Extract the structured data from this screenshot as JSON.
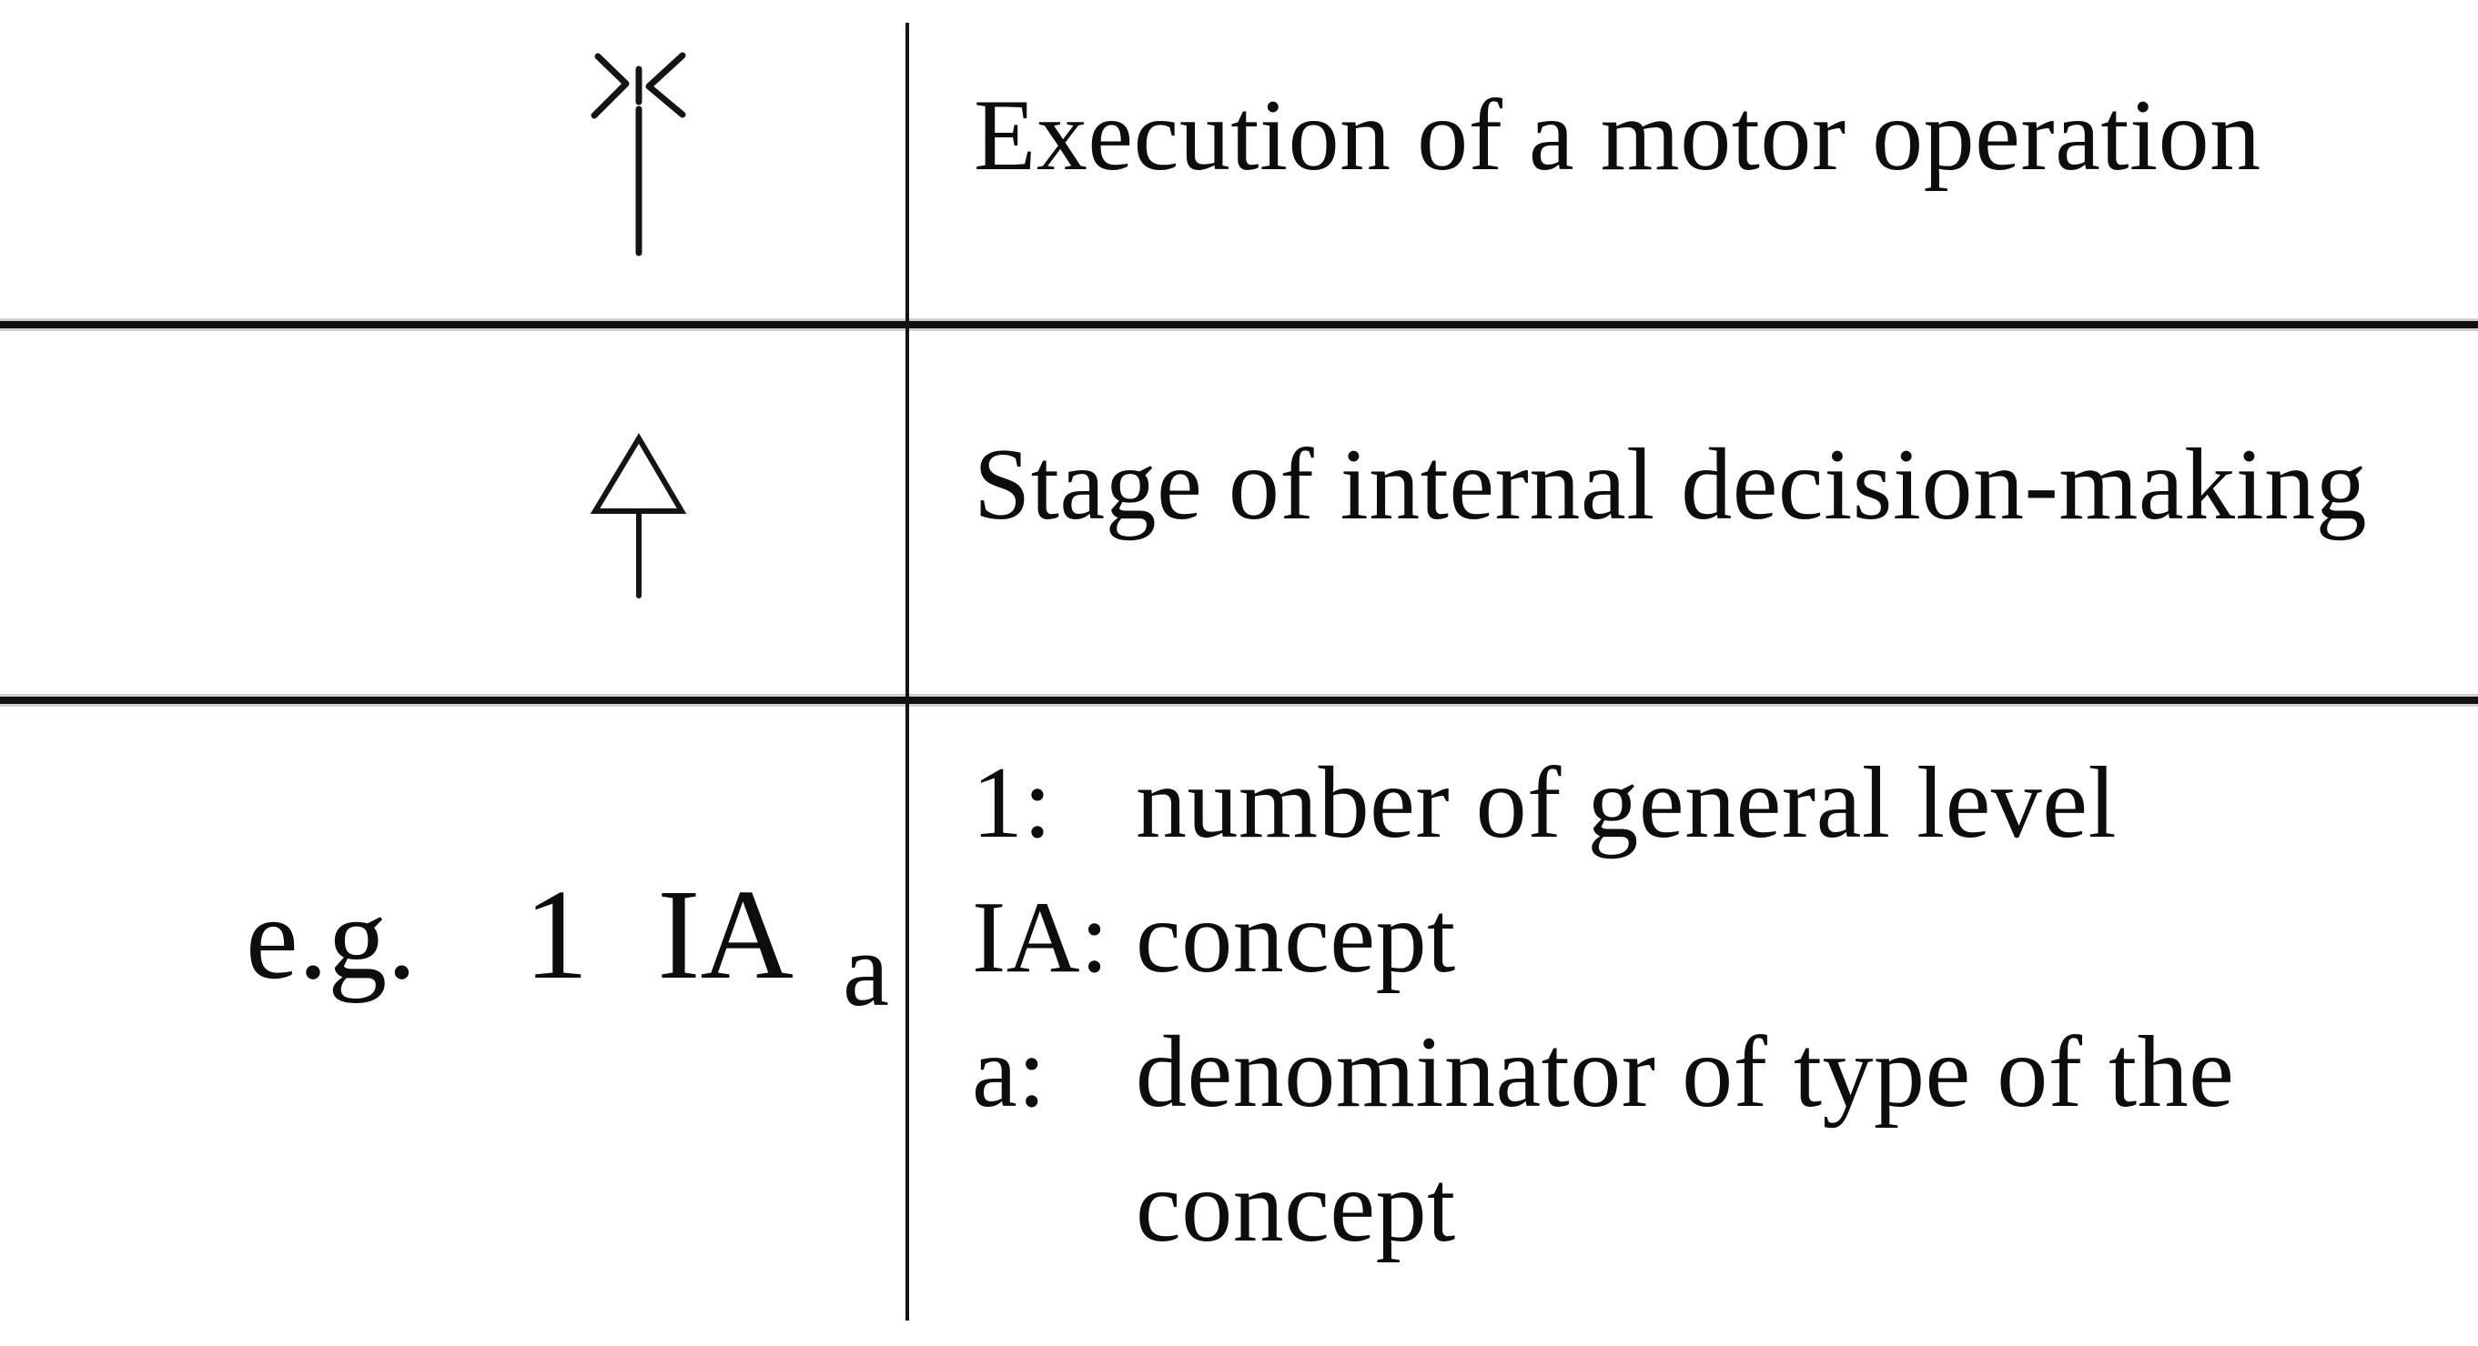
{
  "figure": {
    "type": "notation-legend-table",
    "colors": {
      "ink": "#0d0d0d",
      "background": "#ffffff",
      "rule": "#111111"
    },
    "rows": [
      {
        "symbol_icon": "pinched-arrow-icon",
        "description": "Execution of a motor operation"
      },
      {
        "symbol_icon": "open-triangle-arrow-icon",
        "description": "Stage of internal decision-making"
      },
      {
        "example": {
          "prefix": "e.g.",
          "notation": "1 IA",
          "subscript": "a"
        },
        "definitions": [
          {
            "term": "1:",
            "description": "number of general level"
          },
          {
            "term": "IA:",
            "description": "concept"
          },
          {
            "term": "a:",
            "description": "denominator of type of the concept"
          }
        ]
      }
    ]
  }
}
